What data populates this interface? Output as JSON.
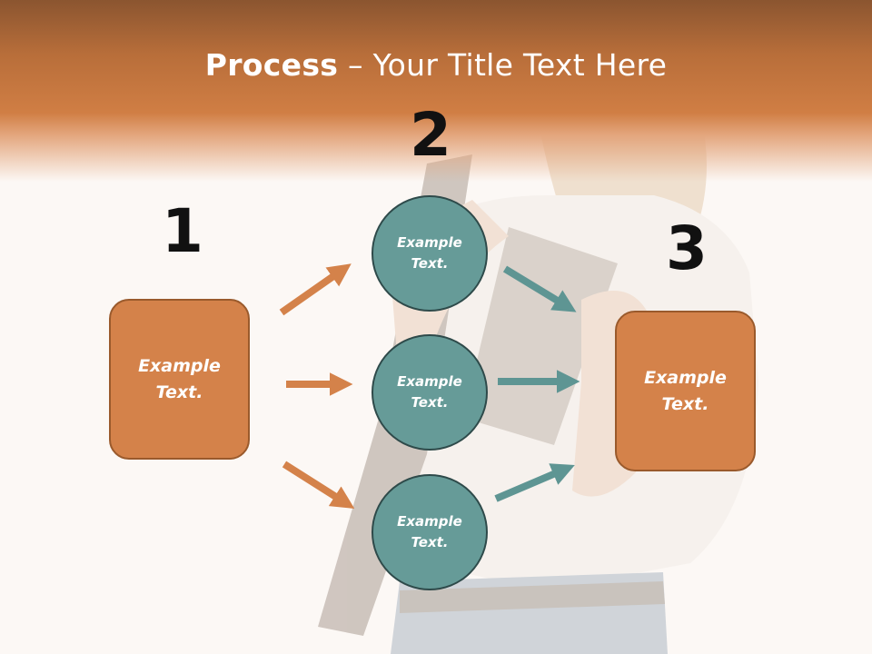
{
  "title": {
    "bold": "Process",
    "rest": " – Your Title Text Here"
  },
  "steps": {
    "one": "1",
    "two": "2",
    "three": "3"
  },
  "left_box": {
    "text": "Example Text."
  },
  "circles": [
    {
      "text": "Example Text."
    },
    {
      "text": "Example Text."
    },
    {
      "text": "Example Text."
    }
  ],
  "right_box": {
    "text": "Example Text."
  },
  "colors": {
    "header": "#c87a40",
    "box_fill": "#d4824a",
    "box_border": "#9a5a2c",
    "circle_fill": "#669b98",
    "circle_border": "#2e4a4a",
    "arrow_orange": "#d4824a",
    "arrow_teal": "#5e9593"
  }
}
